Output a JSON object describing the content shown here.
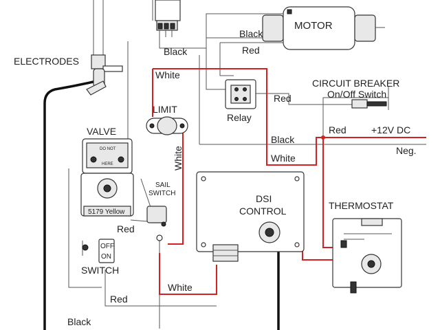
{
  "labels": {
    "motor": "MOTOR",
    "electrodes": "ELECTRODES",
    "relay": "Relay",
    "limit": "LIMIT",
    "valve": "VALVE",
    "valve_do_not": "DO NOT",
    "valve_here": "HERE",
    "valve_part": "5179 Yellow",
    "sail_switch": "SAIL\nSWITCH",
    "switch": "SWITCH",
    "switch_off": "OFF",
    "switch_on": "ON",
    "dsi_control": "DSI\nCONTROL",
    "thermostat": "THERMOSTAT",
    "circuit_breaker": "CIRCUIT BREAKER",
    "onoff_switch": "On/Off Switch",
    "supply_voltage": "+12V DC",
    "neg": "Neg."
  },
  "wire_labels": {
    "black_motor": "Black",
    "red_motor": "Red",
    "black_top": "Black",
    "white_top": "White",
    "red_relay": "Red",
    "black_mid": "Black",
    "white_mid": "White",
    "red_breaker": "Red",
    "white_limit": "White",
    "red_sail": "Red",
    "white_dsi": "White",
    "red_bottom": "Red",
    "black_bottom": "Black"
  },
  "colors": {
    "wire_red": "#d42020",
    "wire_black": "#111111",
    "line": "#555555"
  }
}
